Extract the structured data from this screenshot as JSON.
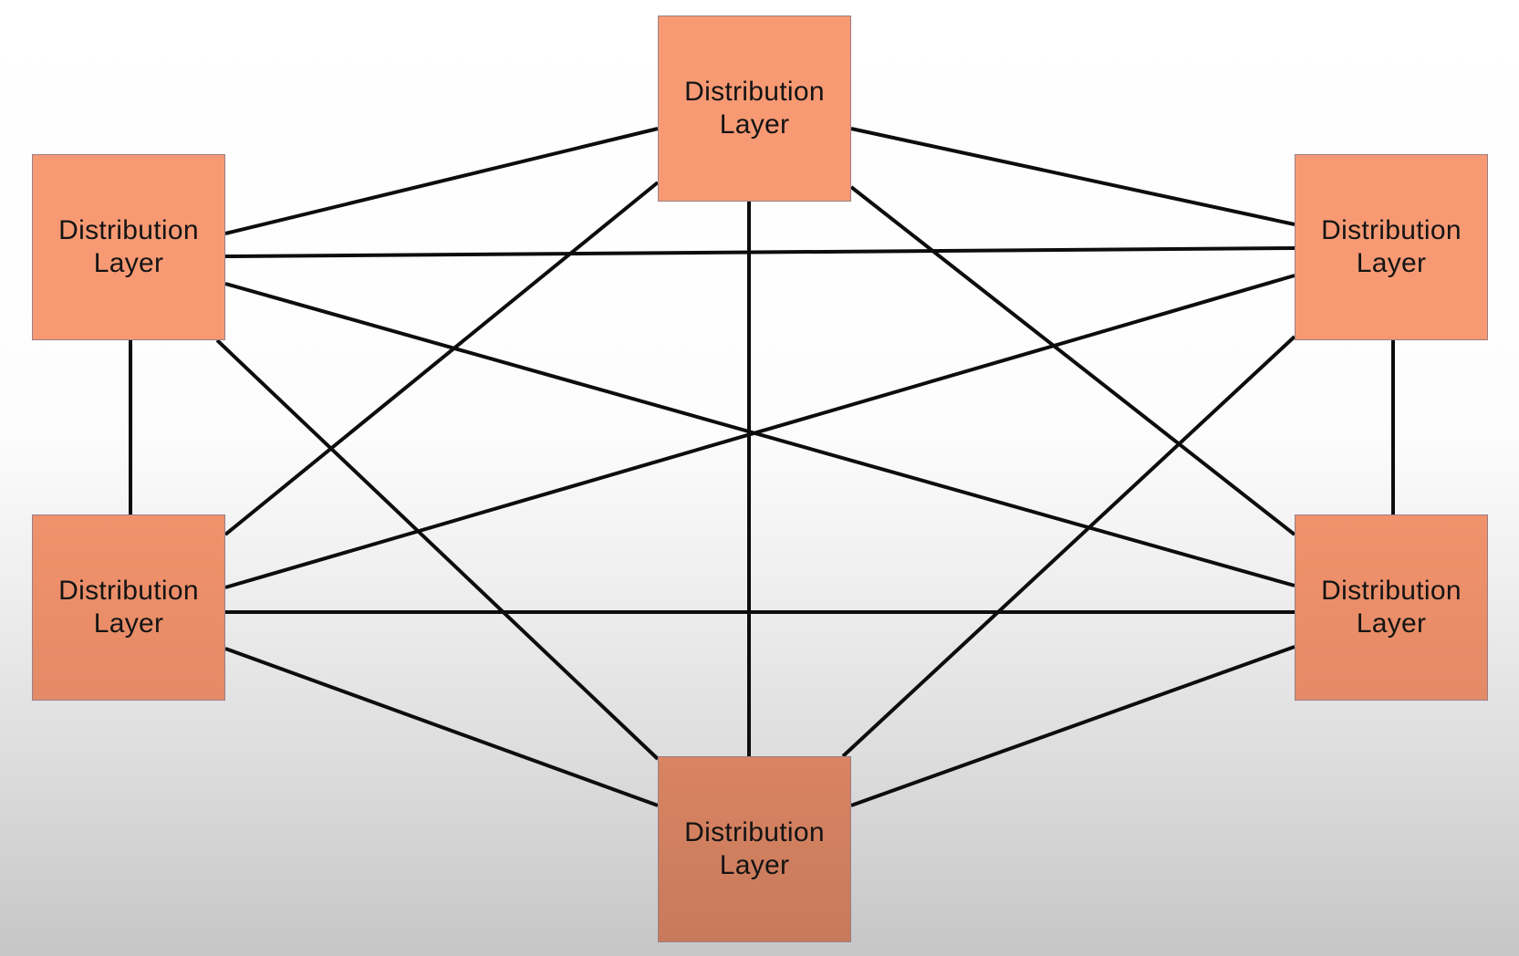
{
  "diagram": {
    "nodes": [
      {
        "id": "top",
        "label": "Distribution Layer"
      },
      {
        "id": "ul",
        "label": "Distribution Layer"
      },
      {
        "id": "ur",
        "label": "Distribution Layer"
      },
      {
        "id": "ll",
        "label": "Distribution Layer"
      },
      {
        "id": "lr",
        "label": "Distribution Layer"
      },
      {
        "id": "bottom",
        "label": "Distribution Layer"
      }
    ],
    "edges": [
      [
        "top",
        "ul"
      ],
      [
        "top",
        "ur"
      ],
      [
        "top",
        "ll"
      ],
      [
        "top",
        "lr"
      ],
      [
        "top",
        "bottom"
      ],
      [
        "ul",
        "ur"
      ],
      [
        "ul",
        "ll"
      ],
      [
        "ul",
        "lr"
      ],
      [
        "ul",
        "bottom"
      ],
      [
        "ur",
        "ll"
      ],
      [
        "ur",
        "lr"
      ],
      [
        "ur",
        "bottom"
      ],
      [
        "ll",
        "lr"
      ],
      [
        "ll",
        "bottom"
      ],
      [
        "lr",
        "bottom"
      ]
    ],
    "colors": {
      "node_fill_top": "#f79a74",
      "node_fill_bottom": "#c77a5b",
      "node_border": "#9a7f86",
      "edge": "#0d0d0d"
    }
  }
}
